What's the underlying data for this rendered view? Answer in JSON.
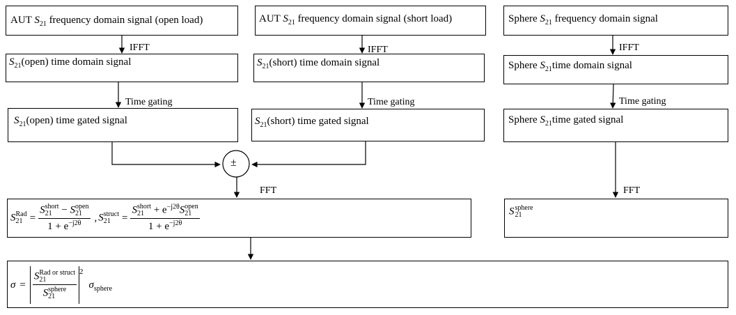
{
  "left": {
    "freq_box": {
      "pre": "AUT ",
      "sym": "S",
      "sub": "21",
      "post": " frequency domain signal (open load)"
    },
    "ifft_label": "IFFT",
    "time_box": {
      "sym": "S",
      "sub": "21",
      "post": "(open) time domain signal"
    },
    "gating_label": "Time gating",
    "gated_box": {
      "sym": "S",
      "sub": "21",
      "post": "(open) time gated signal"
    }
  },
  "middle": {
    "freq_box": {
      "pre": "AUT ",
      "sym": "S",
      "sub": "21",
      "post": "  frequency domain signal (short load)"
    },
    "ifft_label": "IFFT",
    "time_box": {
      "sym": "S",
      "sub": "21",
      "post": "(short) time domain signal"
    },
    "gating_label": "Time gating",
    "gated_box": {
      "sym": "S",
      "sub": "21",
      "post": "(short) time gated signal"
    }
  },
  "right": {
    "freq_box": {
      "pre": "Sphere ",
      "sym": "S",
      "sub": "21",
      "post": "  frequency domain signal"
    },
    "ifft_label": "IFFT",
    "time_box": {
      "pre": "Sphere ",
      "sym": "S",
      "sub": "21",
      "post": "time domain signal"
    },
    "gating_label": "Time gating",
    "gated_box": {
      "pre": "Sphere ",
      "sym": "S",
      "sub": "21",
      "post": "time gated signal"
    },
    "fft_label": "FFT",
    "result_box": {
      "sym": "S",
      "sub": "21",
      "sup": "sphere"
    }
  },
  "combiner": {
    "symbol": "±"
  },
  "fft_label": "FFT",
  "equation_box": {
    "lhs1": {
      "sym": "S",
      "sub": "21",
      "sup": "Rad"
    },
    "eq": "=",
    "num1": {
      "a_sup": "short",
      "minus": " − ",
      "b_sup": "open"
    },
    "den1": "1 + e",
    "den1_exp": "−j2θ",
    "comma": ", ",
    "lhs2": {
      "sym": "S",
      "sub": "21",
      "sup": "struct"
    },
    "num2": {
      "a_sup": "short",
      "plus": " + e",
      "exp": "−j2θ",
      "b_sup": "open"
    },
    "den2": "1 + e",
    "den2_exp": "−j2θ"
  },
  "rcs_box": {
    "sigma": "σ",
    "eq": "=",
    "num_sup": "Rad or struct",
    "den_sup": "sphere",
    "sub": "21",
    "power": "2",
    "sigma_sub": "sphere"
  }
}
